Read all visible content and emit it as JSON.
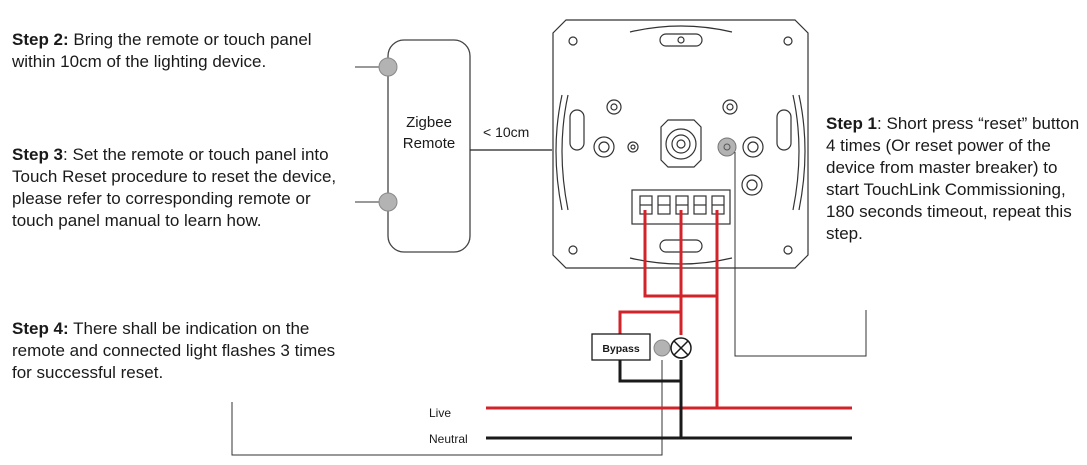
{
  "steps": {
    "step1": {
      "heading": "Step 1",
      "body": ": Short press “reset” button 4 times (Or reset power of the device from master breaker) to start TouchLink Commissioning, 180 seconds timeout, repeat this step."
    },
    "step2": {
      "heading": "Step 2:",
      "body": " Bring the remote or touch panel within 10cm of the lighting device."
    },
    "step3": {
      "heading": "Step 3",
      "body": ": Set the remote or touch panel into Touch Reset procedure to reset the device, please refer to corresponding remote or touch panel manual to learn how."
    },
    "step4": {
      "heading": "Step 4:",
      "body": " There shall be indication on the remote and connected light flashes 3 times for successful reset."
    }
  },
  "remote": {
    "line1": "Zigbee",
    "line2": "Remote"
  },
  "distance_label": "< 10cm",
  "bypass_label": "Bypass",
  "wires": {
    "live": "Live",
    "neutral": "Neutral"
  },
  "colors": {
    "live": "#d2232a",
    "neutral": "#1a1a1a",
    "indicator": "#b3b3b3"
  }
}
